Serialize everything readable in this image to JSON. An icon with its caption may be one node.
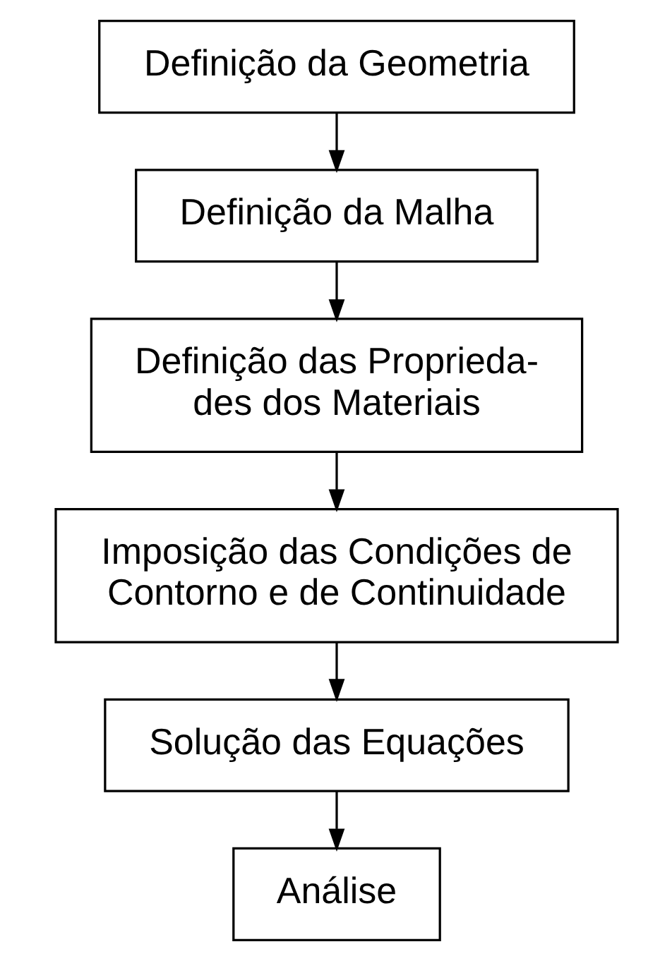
{
  "diagram": {
    "nodes": [
      {
        "text": [
          "Definição da Geometria"
        ]
      },
      {
        "text": [
          "Definição da Malha"
        ]
      },
      {
        "text": [
          "Definição das Proprieda- des dos Materiais"
        ]
      },
      {
        "text": [
          "Imposição das Condições de Contorno e de Continuidade"
        ]
      },
      {
        "text": [
          "Solução das Equações"
        ]
      },
      {
        "text": [
          "Análise"
        ]
      }
    ],
    "edges": [
      {
        "from": 0,
        "to": 1,
        "arrow": "to"
      },
      {
        "from": 1,
        "to": 2,
        "arrow": "to"
      },
      {
        "from": 2,
        "to": 3,
        "arrow": "to"
      },
      {
        "from": 3,
        "to": 4,
        "arrow": "to"
      },
      {
        "from": 4,
        "to": 5,
        "arrow": "to"
      }
    ]
  }
}
